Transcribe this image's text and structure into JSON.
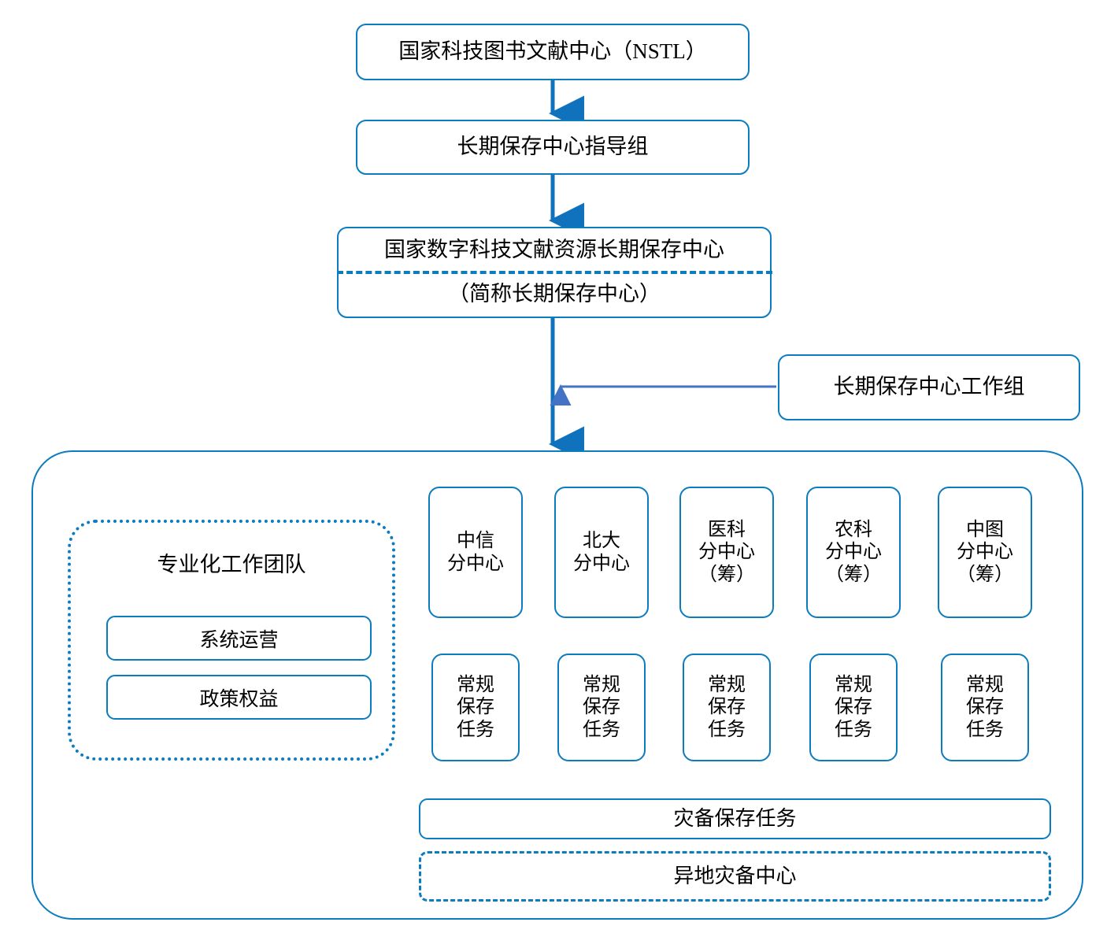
{
  "diagram": {
    "title_chain": [
      {
        "id": "nstl",
        "label": "国家科技图书文献中心（NSTL）"
      },
      {
        "id": "guide",
        "label": "长期保存中心指导组"
      }
    ],
    "center_box": {
      "line1": "国家数字科技文献资源长期保存中心",
      "line2": "（简称长期保存中心）"
    },
    "workgroup": {
      "label": "长期保存中心工作组"
    },
    "team": {
      "title": "专业化工作团队",
      "subitems": [
        {
          "label": "系统运营"
        },
        {
          "label": "政策权益"
        }
      ]
    },
    "subcenters": [
      {
        "label": "中信\n分中心"
      },
      {
        "label": "北大\n分中心"
      },
      {
        "label": "医科\n分中心\n（筹）"
      },
      {
        "label": "农科\n分中心\n（筹）"
      },
      {
        "label": "中图\n分中心\n（筹）"
      }
    ],
    "tasks": [
      {
        "label": "常规\n保存\n任务"
      },
      {
        "label": "常规\n保存\n任务"
      },
      {
        "label": "常规\n保存\n任务"
      },
      {
        "label": "常规\n保存\n任务"
      },
      {
        "label": "常规\n保存\n任务"
      }
    ],
    "bottom": {
      "disaster_task": "灾备保存任务",
      "offsite_center": "异地灾备中心"
    },
    "colors": {
      "border_blue": "#0D7CBF",
      "arrow_blue": "#1072BC",
      "link_blue": "#4472C4",
      "text_black": "#000000",
      "background": "#FFFFFF"
    }
  }
}
